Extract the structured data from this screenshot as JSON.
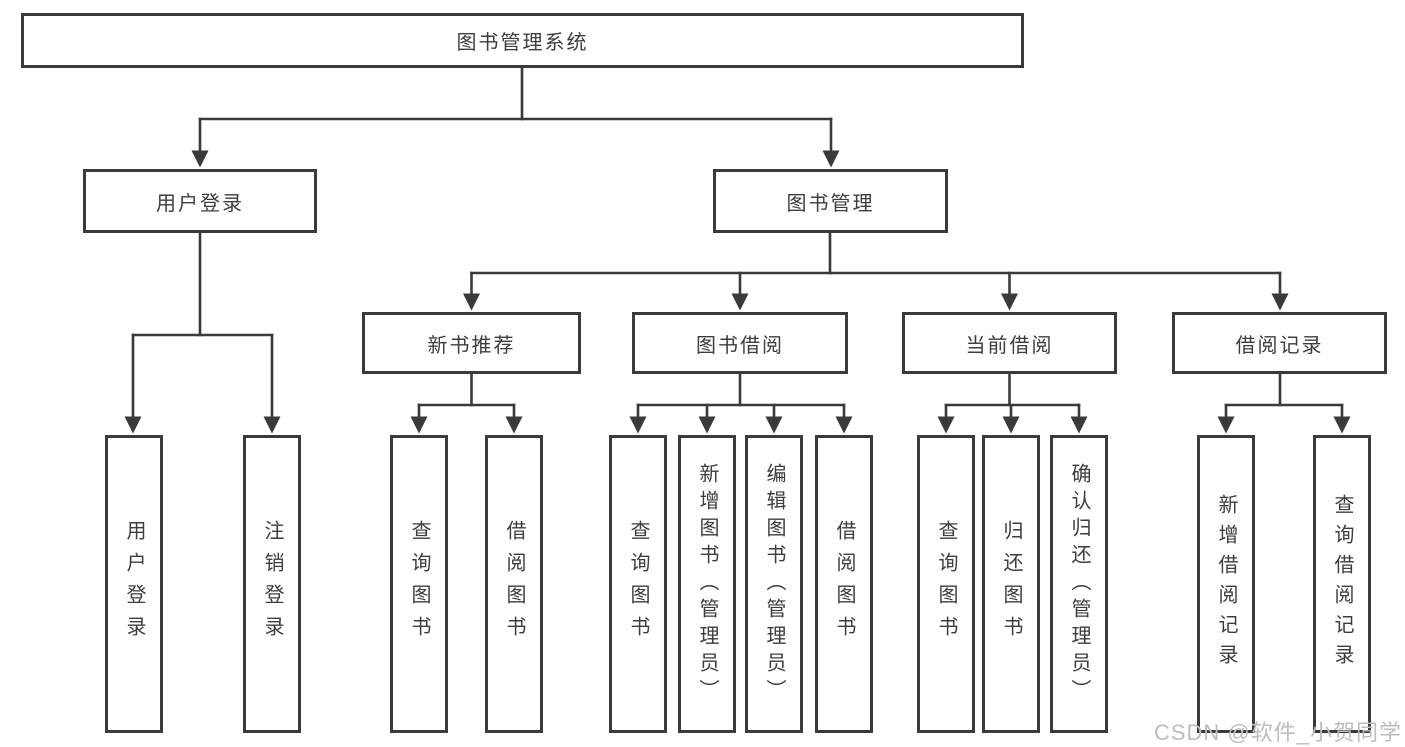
{
  "tree": {
    "root": {
      "label": "图书管理系统"
    },
    "branches": [
      {
        "label": "用户登录",
        "children": [
          {
            "label": "用户登录"
          },
          {
            "label": "注销登录"
          }
        ]
      },
      {
        "label": "图书管理",
        "children": [
          {
            "label": "新书推荐",
            "children": [
              {
                "label": "查询图书"
              },
              {
                "label": "借阅图书"
              }
            ]
          },
          {
            "label": "图书借阅",
            "children": [
              {
                "label": "查询图书"
              },
              {
                "label": "新增图书（管理员）"
              },
              {
                "label": "编辑图书（管理员）"
              },
              {
                "label": "借阅图书"
              }
            ]
          },
          {
            "label": "当前借阅",
            "children": [
              {
                "label": "查询图书"
              },
              {
                "label": "归还图书"
              },
              {
                "label": "确认归还（管理员）"
              }
            ]
          },
          {
            "label": "借阅记录",
            "children": [
              {
                "label": "新增借阅记录"
              },
              {
                "label": "查询借阅记录"
              }
            ]
          }
        ]
      }
    ]
  },
  "watermark": "CSDN @软件_小贺同学",
  "colors": {
    "line": "#3a3a3a",
    "box_border": "#3a3a3a",
    "text": "#3d3d3d",
    "background": "#ffffff",
    "watermark": "#bdbdbd"
  }
}
